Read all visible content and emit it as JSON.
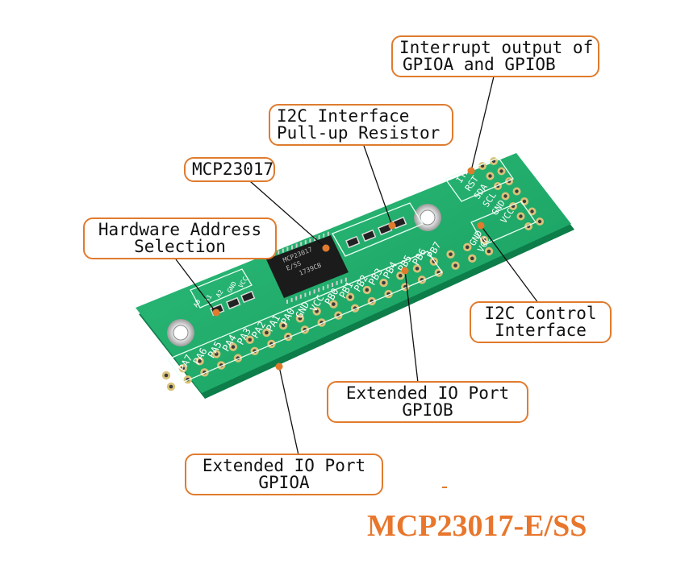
{
  "callouts": {
    "interrupt": {
      "line1": "Interrupt output of",
      "line2": "GPIOA and GPIOB"
    },
    "pullup": {
      "line1": "I2C Interface",
      "line2": "Pull-up Resistor"
    },
    "chip": {
      "line1": "MCP23017"
    },
    "address": {
      "line1": "Hardware Address",
      "line2": "Selection"
    },
    "i2c_control": {
      "line1": "I2C Control",
      "line2": "Interface"
    },
    "gpiob": {
      "line1": "Extended IO Port",
      "line2": "GPIOB"
    },
    "gpioa": {
      "line1": "Extended IO Port",
      "line2": "GPIOA"
    }
  },
  "board": {
    "chip_marking": [
      "MCP23017",
      "E/SS",
      "1739CB"
    ],
    "left_header_labels": [
      "PA7",
      "PA6",
      "PA5",
      "PA4",
      "PA3",
      "PA2",
      "PA1",
      "PA0",
      "GND",
      "VCC",
      "PB0",
      "PB1",
      "PB2",
      "PB3",
      "PB4",
      "PB5",
      "PB6",
      "PB7"
    ],
    "top_header_labels": [
      "ITB",
      "ITA",
      "RST",
      "SDA",
      "SCL",
      "GND",
      "VCC"
    ],
    "mid_labels": [
      "GND",
      "VCC"
    ],
    "addr_labels": [
      "A0",
      "A1",
      "A2",
      "GND",
      "VCC"
    ]
  },
  "colors": {
    "accent": "#e07b2e",
    "pcb": "#1fa86a",
    "title": "#e8762c"
  },
  "title": "MCP23017-E/SS"
}
